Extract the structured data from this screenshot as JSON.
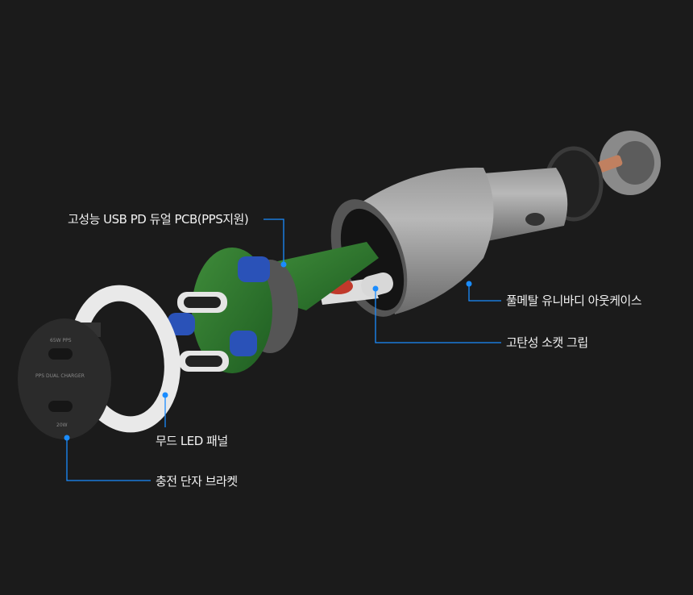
{
  "callouts": {
    "pcb": "고성능 USB PD 듀얼 PCB(PPS지원)",
    "case": "풀메탈 유니바디 아웃케이스",
    "grip": "고탄성 소캣 그립",
    "led": "무드 LED 패널",
    "bracket": "충전 단자 브라켓"
  },
  "bracket_marks": {
    "top_port": "65W PPS",
    "center": "PPS DUAL CHARGER",
    "bottom_port": "20W"
  },
  "colors": {
    "background": "#1b1b1b",
    "callout_line": "#1a8cff",
    "text": "#f2f2f2"
  }
}
